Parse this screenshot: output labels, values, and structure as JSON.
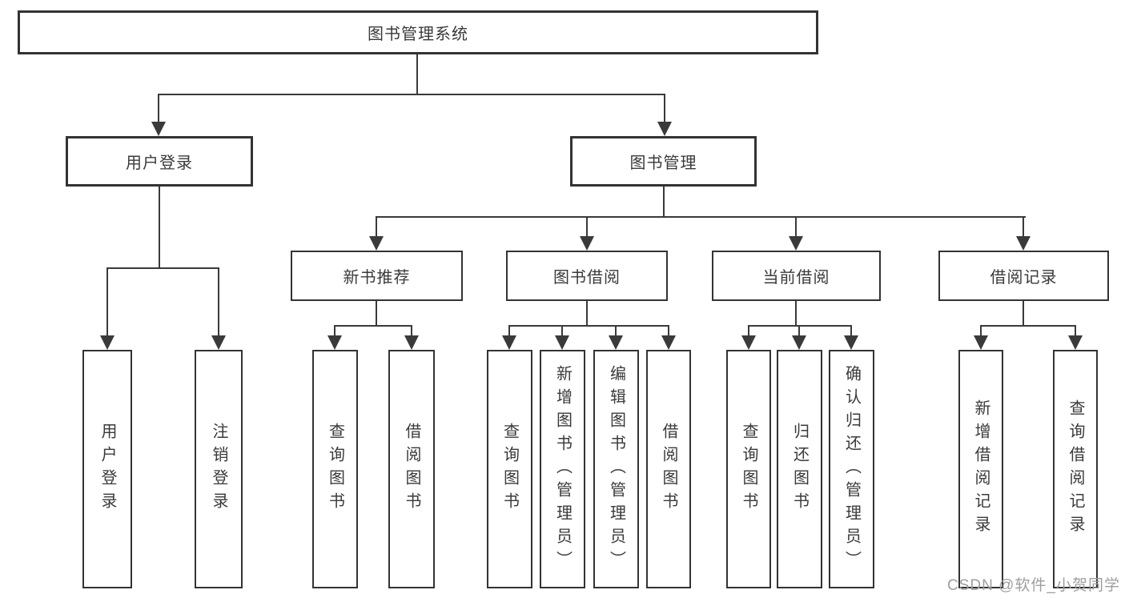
{
  "root": {
    "label": "图书管理系统"
  },
  "level2": [
    {
      "label": "用户登录"
    },
    {
      "label": "图书管理"
    }
  ],
  "level3": [
    {
      "label": "新书推荐"
    },
    {
      "label": "图书借阅"
    },
    {
      "label": "当前借阅"
    },
    {
      "label": "借阅记录"
    }
  ],
  "leaves": [
    {
      "label": "用户登录"
    },
    {
      "label": "注销登录"
    },
    {
      "label": "查询图书"
    },
    {
      "label": "借阅图书"
    },
    {
      "label": "查询图书"
    },
    {
      "label": "新增图书（管理员）"
    },
    {
      "label": "编辑图书（管理员）"
    },
    {
      "label": "借阅图书"
    },
    {
      "label": "查询图书"
    },
    {
      "label": "归还图书"
    },
    {
      "label": "确认归还（管理员）"
    },
    {
      "label": "新增借阅记录"
    },
    {
      "label": "查询借阅记录"
    }
  ],
  "watermark": "CSDN @软件_小贺同学",
  "colors": {
    "line": "#3a3a3a",
    "text": "#3a3a3a",
    "watermark": "#9e9e9e",
    "background": "#ffffff"
  }
}
